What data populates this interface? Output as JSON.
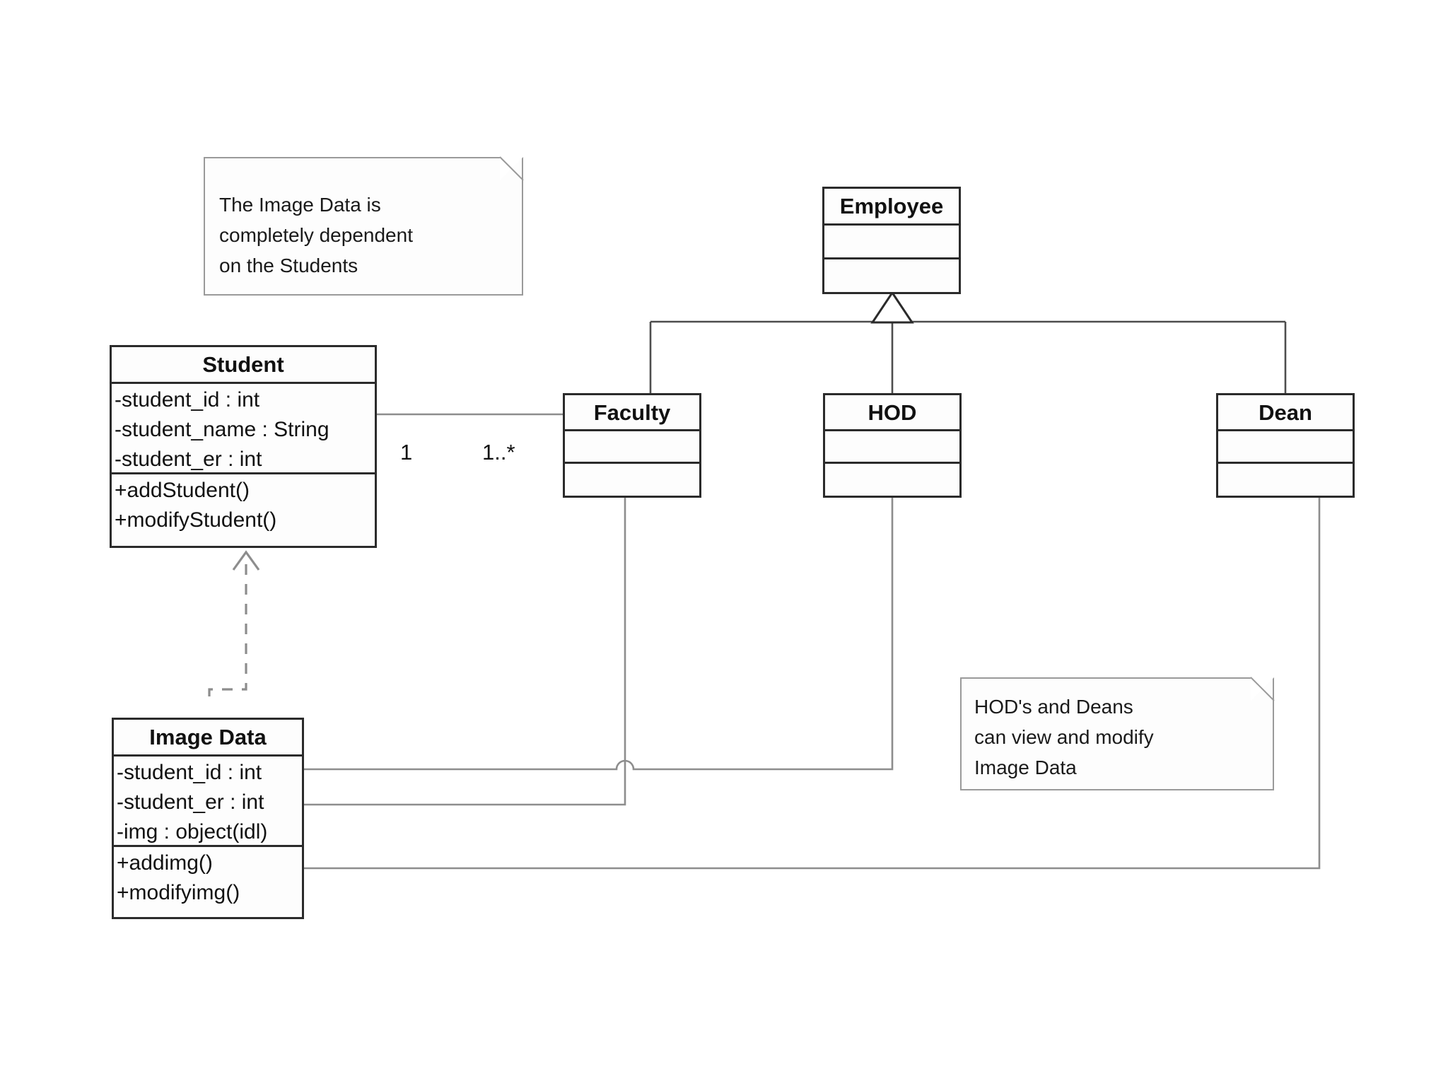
{
  "diagram": {
    "type": "uml-class-diagram",
    "background": "#ffffff",
    "line_color": "#8d8d8d",
    "box_border_color": "#2b2b2b",
    "text_color": "#111111"
  },
  "classes": {
    "student": {
      "name": "Student",
      "attributes": [
        "-student_id : int",
        "-student_name : String",
        "-student_er : int"
      ],
      "methods": [
        "+addStudent()",
        "+modifyStudent()"
      ]
    },
    "image_data": {
      "name": "Image Data",
      "attributes": [
        "-student_id : int",
        "-student_er : int",
        "-img : object(idl)"
      ],
      "methods": [
        "+addimg()",
        "+modifyimg()"
      ]
    },
    "employee": {
      "name": "Employee",
      "attributes": [],
      "methods": []
    },
    "faculty": {
      "name": "Faculty",
      "attributes": [],
      "methods": []
    },
    "hod": {
      "name": "HOD",
      "attributes": [],
      "methods": []
    },
    "dean": {
      "name": "Dean",
      "attributes": [],
      "methods": []
    }
  },
  "notes": {
    "student_note": {
      "text": "The Image Data is\ncompletely dependent\non the Students"
    },
    "access_note": {
      "text": "HOD's and Deans\ncan view and modify\nImage Data"
    }
  },
  "multiplicities": {
    "student_side": "1",
    "faculty_side": "1..*"
  },
  "relationships": [
    {
      "kind": "generalization",
      "from": "Faculty",
      "to": "Employee"
    },
    {
      "kind": "generalization",
      "from": "HOD",
      "to": "Employee"
    },
    {
      "kind": "generalization",
      "from": "Dean",
      "to": "Employee"
    },
    {
      "kind": "dependency",
      "from": "Image Data",
      "to": "Student"
    },
    {
      "kind": "association",
      "from": "Student",
      "to": "Faculty",
      "source_multiplicity": "1",
      "target_multiplicity": "1..*"
    },
    {
      "kind": "association",
      "from": "Image Data",
      "to": "Faculty"
    },
    {
      "kind": "association",
      "from": "Image Data",
      "to": "HOD"
    },
    {
      "kind": "association",
      "from": "Image Data",
      "to": "Dean"
    }
  ]
}
